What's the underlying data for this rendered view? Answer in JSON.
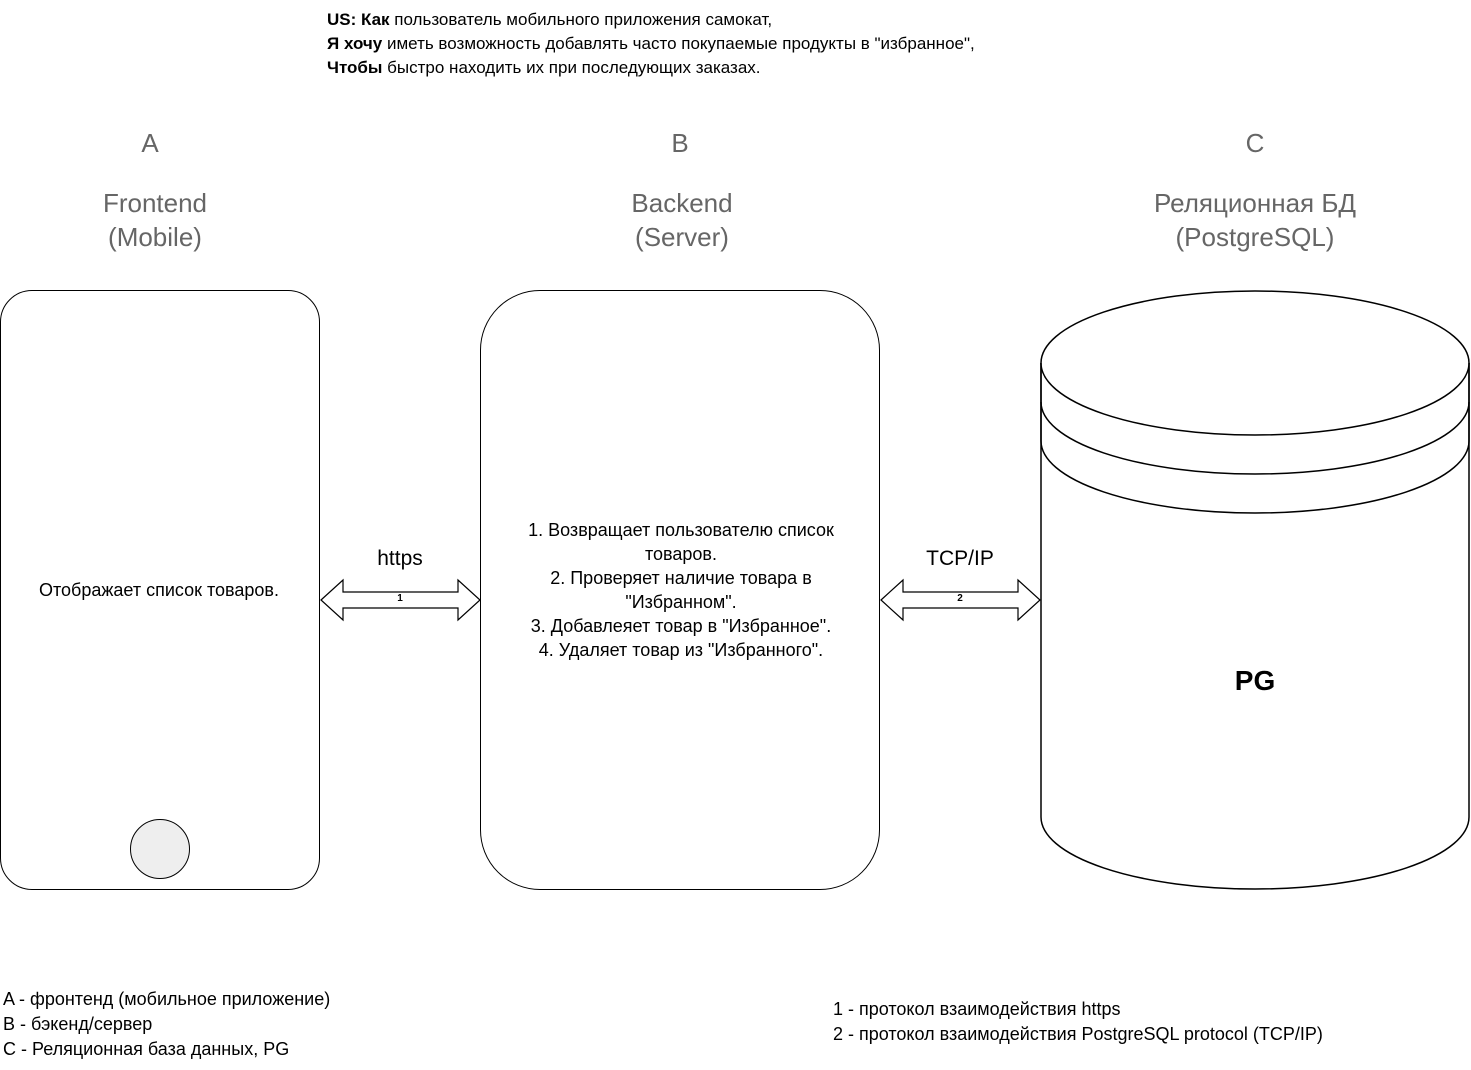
{
  "user_story": {
    "line1_bold": "US: Как",
    "line1_text": " пользователь мобильного приложения самокат,",
    "line2_bold": "Я хочу",
    "line2_text": " иметь возможность добавлять часто покупаемые продукты в \"избранное\",",
    "line3_bold": "Чтобы",
    "line3_text": " быстро находить их при последующих заказах."
  },
  "columns": [
    {
      "letter": "A",
      "title_line1": "Frontend",
      "title_line2": "(Mobile)"
    },
    {
      "letter": "B",
      "title_line1": "Backend",
      "title_line2": "(Server)"
    },
    {
      "letter": "C",
      "title_line1": "Реляционная БД",
      "title_line2": "(PostgreSQL)"
    }
  ],
  "frontend": {
    "text": "Отображает список товаров."
  },
  "backend": {
    "lines": [
      "1. Возвращает пользователю список",
      "товаров.",
      "2. Проверяет наличие товара в",
      "\"Избранном\".",
      "3. Добавлеяет товар в \"Избранное\".",
      "4. Удаляет товар из \"Избранного\"."
    ]
  },
  "database": {
    "label": "PG"
  },
  "connections": [
    {
      "protocol": "https",
      "number": "1"
    },
    {
      "protocol": "TCP/IP",
      "number": "2"
    }
  ],
  "legend_left": [
    "A - фронтенд (мобильное приложение)",
    "B - бэкенд/сервер",
    "C - Реляционная база данных, PG"
  ],
  "legend_right": [
    "1 - протокол взаимодействия https",
    "2 - протокол взаимодействия PostgreSQL protocol (TCP/IP)"
  ]
}
